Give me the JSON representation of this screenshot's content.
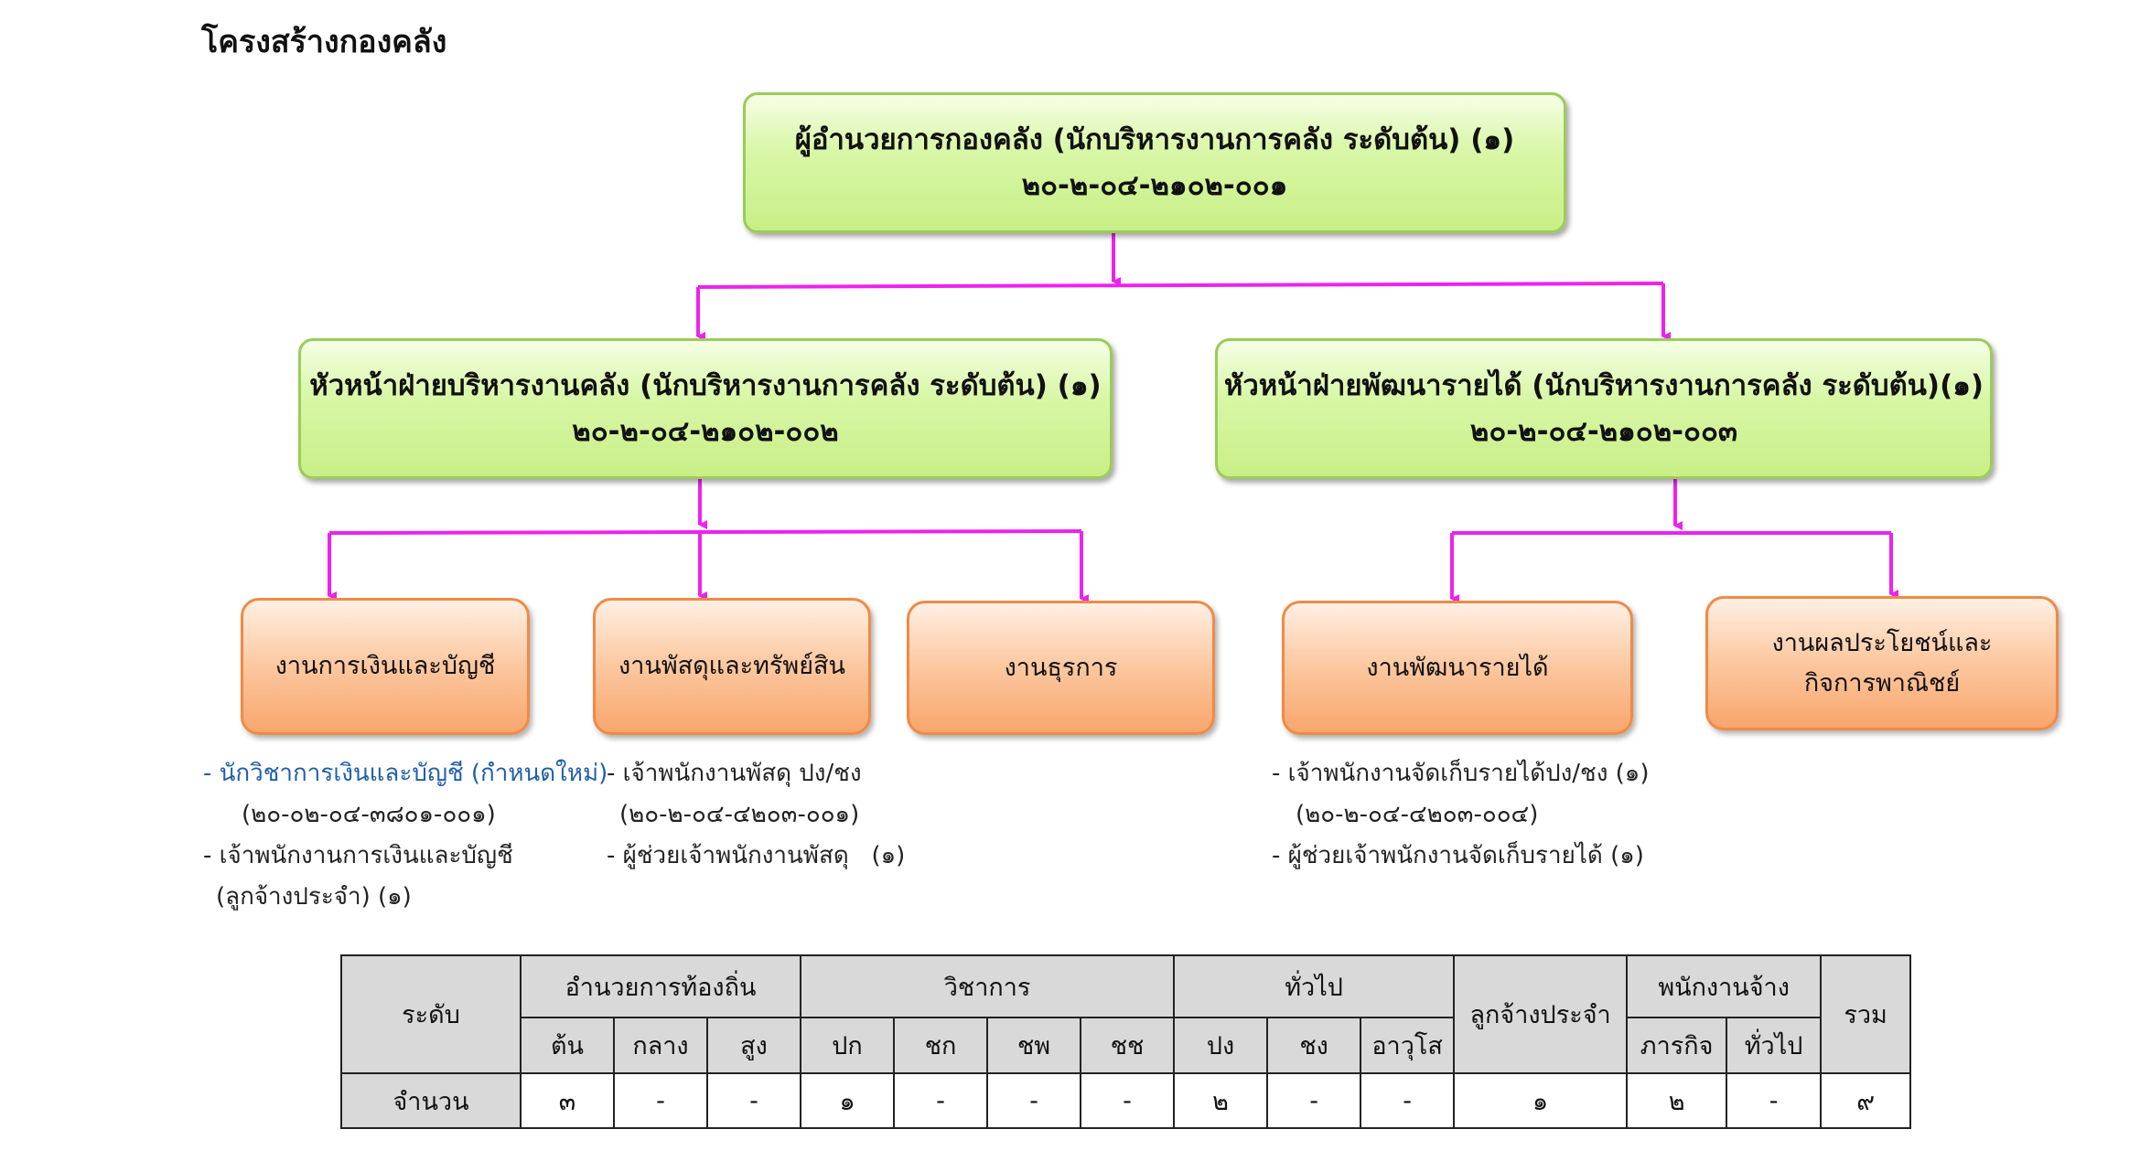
{
  "page_title": "โครงสร้างกองคลัง",
  "colors": {
    "connector": "#ee22ee",
    "green_fill": "#d9f7a8",
    "green_border": "#9ccb5a",
    "orange_fill": "#fcc79f",
    "orange_border": "#f08a46",
    "header_gray": "#d9d9d9",
    "highlight_blue": "#1f5fa8"
  },
  "director": {
    "title": "ผู้อำนวยการกองคลัง (นักบริหารงานการคลัง ระดับต้น) (๑)",
    "code": "๒๐-๒-๐๔-๒๑๐๒-๐๐๑"
  },
  "heads": [
    {
      "title": "หัวหน้าฝ่ายบริหารงานคลัง (นักบริหารงานการคลัง ระดับต้น) (๑)",
      "code": "๒๐-๒-๐๔-๒๑๐๒-๐๐๒"
    },
    {
      "title": "หัวหน้าฝ่ายพัฒนารายได้ (นักบริหารงานการคลัง ระดับต้น)(๑)",
      "code": "๒๐-๒-๐๔-๒๑๐๒-๐๐๓"
    }
  ],
  "units": [
    {
      "line1": "งานการเงินและบัญชี",
      "line2": ""
    },
    {
      "line1": "งานพัสดุและทรัพย์สิน",
      "line2": ""
    },
    {
      "line1": "งานธุรการ",
      "line2": ""
    },
    {
      "line1": "งานพัฒนารายได้",
      "line2": ""
    },
    {
      "line1": "งานผลประโยชน์และ",
      "line2": "กิจการพาณิชย์"
    }
  ],
  "staff": {
    "finance": [
      "- นักวิชาการเงินและบัญชี (กำหนดใหม่)",
      "(๒๐-๐๒-๐๔-๓๘๐๑-๐๐๑)",
      "- เจ้าพนักงานการเงินและบัญชี",
      "(ลูกจ้างประจำ) (๑)"
    ],
    "supplies": [
      "- เจ้าพนักงานพัสดุ ปง/ชง",
      "(๒๐-๒-๐๔-๔๒๐๓-๐๐๑)",
      "- ผู้ช่วยเจ้าพนักงานพัสดุ   (๑)"
    ],
    "revenue": [
      "- เจ้าพนักงานจัดเก็บรายได้ปง/ชง (๑)",
      "(๒๐-๒-๐๔-๔๒๐๓-๐๐๔)",
      "- ผู้ช่วยเจ้าพนักงานจัดเก็บรายได้ (๑)"
    ]
  },
  "table": {
    "level_label": "ระดับ",
    "groups": {
      "local_admin": "อำนวยการท้องถิ่น",
      "academic": "วิชาการ",
      "general": "ทั่วไป",
      "permanent": "ลูกจ้างประจำ",
      "contract": "พนักงานจ้าง",
      "total": "รวม"
    },
    "sub": {
      "la": [
        "ต้น",
        "กลาง",
        "สูง"
      ],
      "ac": [
        "ปก",
        "ชก",
        "ชพ",
        "ชช"
      ],
      "ge": [
        "ปง",
        "ชง",
        "อาวุโส"
      ],
      "co": [
        "ภารกิจ",
        "ทั่วไป"
      ]
    },
    "row_label": "จำนวน",
    "values": [
      "๓",
      "-",
      "-",
      "๑",
      "-",
      "-",
      "-",
      "๒",
      "-",
      "-",
      "๑",
      "๒",
      "-",
      "๙"
    ]
  }
}
